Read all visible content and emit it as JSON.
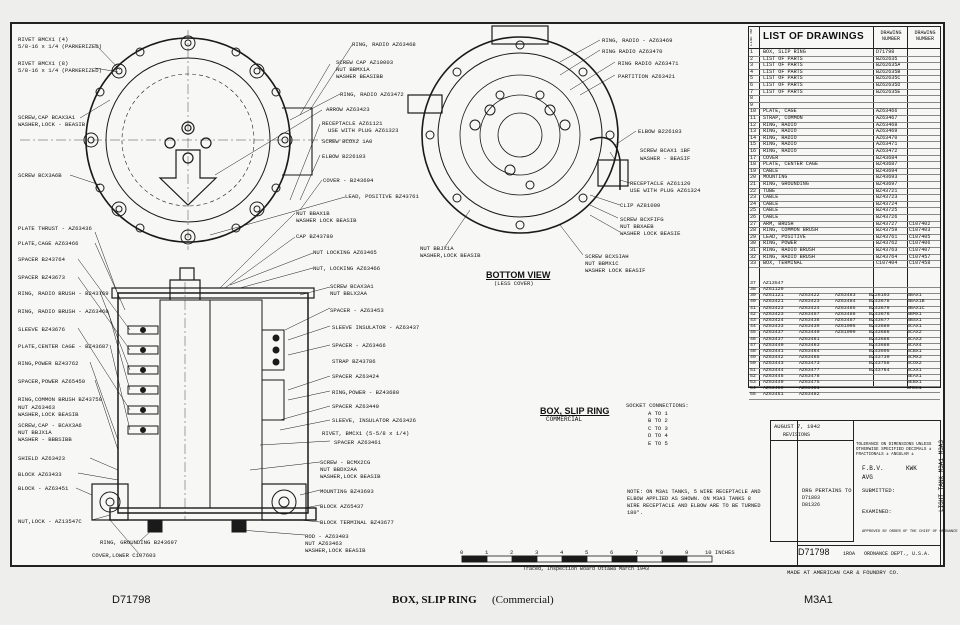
{
  "drawing": {
    "bottom_view_title": "BOTTOM VIEW",
    "bottom_view_sub": "(LESS COVER)",
    "assembly_title": "BOX, SLIP RING",
    "assembly_sub": "COMMERCIAL",
    "socket_title": "SOCKET CONNECTIONS:",
    "socket_rows": [
      "A TO 1",
      "B TO 2",
      "C TO 3",
      "D TO 4",
      "E TO 5"
    ],
    "note": "NOTE: ON M3A1 TANKS, 5 WIRE RECEPTACLE AND ELBOW APPLIED AS SHOWN. ON M3A3 TANKS 8 WIRE RECEPTACLE AND ELBOW ARE TO BE TURNED 180°.",
    "scale_numbers": [
      "0",
      "1",
      "2",
      "3",
      "4",
      "5",
      "6",
      "7",
      "8",
      "9",
      "10 INCHES"
    ],
    "traced": "Traced, Inspection Board  Ottawa  March 1943",
    "made_at": "MADE AT AMERICAN CAR & FOUNDRY CO.",
    "rotated_title": "LIGHT TANK M3A1 M3A3",
    "left_labels": [
      "RIVET BMCX1 (4)",
      "5/8-16 x 1/4 (PARKERIZED)",
      "RIVET BMCX1 (8)",
      "5/8-16 x 1/4 (PARKERIZED)",
      "SCREW,CAP  BCAX3A1",
      "WASHER,LOCK - BEASIB",
      "SCREW  BCX3A6B",
      "PLATE THRUST - AZ63436",
      "PLATE,CAGE  AZ63466",
      "SPACER  B243764",
      "SPACER  BZ43673",
      "RING, RADIO BRUSH - B243769",
      "RING, RADIO BRUSH - AZ63468",
      "SLEEVE  BZ43676",
      "PLATE,CENTER CAGE - BZ43687",
      "RING,POWER  BZ43762",
      "SPACER,POWER  AZ65450",
      "RING,COMMON BRUSH  BZ43759",
      "NUT  AZ63463",
      "WASHER,LOCK  BEASIB",
      "SCREW,CAP - BCAX3A6",
      "NUT  BBJX1A",
      "WASHER - BBBSIBB",
      "SHIELD  AZ63423",
      "BLOCK  AZ63433",
      "BLOCK - AZ63451",
      "NUT,LOCK - AZ13547C",
      "RING, GROUNDING  B243697",
      "COVER,LOWER  C107603"
    ],
    "center_labels": [
      "RING, RADIO  AZ63468",
      "SCREW CAP  AZ10003",
      "NUT  BBMX1A",
      "WASHER  BEASIBB",
      "RING, RADIO  AZ63472",
      "ARROW  AZ63423",
      "RECEPTACLE  AZ61121",
      "USE WITH PLUG  AZ61323",
      "SCREW  BCOX2 1A0",
      "ELBOW  B226103",
      "COVER - B243694",
      "LEAD, POSITIVE  BZ43761",
      "NUT  BBAX1B",
      "WASHER LOCK  BEASIB",
      "CAP  BZ43780",
      "NUT LOCKING  AZ63465",
      "NUT, LOCKING  AZ63466",
      "SCREW  BCAX3A1",
      "NUT  BBLX2AA",
      "SPACER - AZ63453",
      "SLEEVE INSULATOR - AZ63437",
      "SPACER - AZ63466",
      "STRAP  BZ43786",
      "SPACER  AZ63424",
      "RING,POWER - BZ43680",
      "SPACER  AZ63440",
      "SLEEVE, INSULATOR  AZ63426",
      "RIVET, BMCX1 (5-5/8 x 1/4)",
      "SPACER  AZ63461",
      "SCREW - BCMX2CG",
      "NUT  BBDX2AA",
      "WASHER,LOCK  BEASIB",
      "MOUNTING  BZ43693",
      "BLOCK  AZ65437",
      "BLOCK TERMINAL  BZ43677",
      "ROD - AZ63403",
      "NUT  AZ63463",
      "WASHER,LOCK  BEASIB"
    ],
    "bottom_labels": [
      "RING, RADIO - AZ63469",
      "RING  RADIO  AZ63470",
      "RING  RADIO  AZ63471",
      "PARTITION  AZ63421",
      "ELBOW  B226103",
      "SCREW  BCAX1 1BF",
      "WASHER - BEASIF",
      "RECEPTACLE  AZ61120",
      "USE WITH PLUG  AZ61324",
      "CLIP  AZ81009",
      "SCREW  BCXFIFG",
      "NUT  BBXAEB",
      "WASHER  LOCK  BEASIE",
      "SCREW  BCXSIAH",
      "NUT  BBMX1C",
      "WASHER LOCK  BEASIF",
      "NUT  BBJX1A",
      "WASHER,LOCK  BEASIB"
    ]
  },
  "list_of_drawings": {
    "title": "LIST OF DRAWINGS",
    "col_line": "LINE NO",
    "col_drawing": "DRAWING NUMBER",
    "col_drawing2": "DRAWING NUMBER",
    "rows": [
      {
        "n": "1",
        "desc": "BOX, SLIP RING",
        "num": "D71798",
        "num2": ""
      },
      {
        "n": "2",
        "desc": "LIST OF PARTS",
        "num": "BZ62635",
        "num2": ""
      },
      {
        "n": "3",
        "desc": "LIST OF PARTS",
        "num": "BZ62635A",
        "num2": ""
      },
      {
        "n": "4",
        "desc": "LIST OF PARTS",
        "num": "BZ62635B",
        "num2": ""
      },
      {
        "n": "5",
        "desc": "LIST OF PARTS",
        "num": "BZ62635C",
        "num2": ""
      },
      {
        "n": "6",
        "desc": "LIST OF PARTS",
        "num": "BZ62635D",
        "num2": ""
      },
      {
        "n": "7",
        "desc": "LIST OF PARTS",
        "num": "BZ62635E",
        "num2": ""
      },
      {
        "n": "8",
        "desc": "",
        "num": "",
        "num2": ""
      },
      {
        "n": "9",
        "desc": "",
        "num": "",
        "num2": ""
      },
      {
        "n": "10",
        "desc": "PLATE, CAGE",
        "num": "AZ63466",
        "num2": ""
      },
      {
        "n": "11",
        "desc": "STRAP, COMMON",
        "num": "AZ63467",
        "num2": ""
      },
      {
        "n": "12",
        "desc": "RING, RADIO",
        "num": "AZ63468",
        "num2": ""
      },
      {
        "n": "13",
        "desc": "RING, RADIO",
        "num": "AZ63469",
        "num2": ""
      },
      {
        "n": "14",
        "desc": "RING, RADIO",
        "num": "AZ63470",
        "num2": ""
      },
      {
        "n": "15",
        "desc": "RING, RADIO",
        "num": "AZ63471",
        "num2": ""
      },
      {
        "n": "16",
        "desc": "RING, RADIO",
        "num": "AZ63472",
        "num2": ""
      },
      {
        "n": "17",
        "desc": "COVER",
        "num": "BZ43684",
        "num2": ""
      },
      {
        "n": "18",
        "desc": "PLATE, CENTER CAGE",
        "num": "BZ43687",
        "num2": ""
      },
      {
        "n": "19",
        "desc": "CABLE",
        "num": "BZ43694",
        "num2": ""
      },
      {
        "n": "20",
        "desc": "MOUNTING",
        "num": "BZ43693",
        "num2": ""
      },
      {
        "n": "21",
        "desc": "RING, GROUNDING",
        "num": "BZ43697",
        "num2": ""
      },
      {
        "n": "22",
        "desc": "TUBE",
        "num": "BZ43721",
        "num2": ""
      },
      {
        "n": "23",
        "desc": "CABLE",
        "num": "BZ43723",
        "num2": ""
      },
      {
        "n": "24",
        "desc": "CABLE",
        "num": "BZ43724",
        "num2": ""
      },
      {
        "n": "25",
        "desc": "CABLE",
        "num": "BZ43725",
        "num2": ""
      },
      {
        "n": "26",
        "desc": "CABLE",
        "num": "BZ43726",
        "num2": ""
      },
      {
        "n": "27",
        "desc": "ARM, BRUSH",
        "num": "BZ43727",
        "num2": "C107402"
      },
      {
        "n": "28",
        "desc": "RING, COMMON BRUSH",
        "num": "BZ43759",
        "num2": "C107403"
      },
      {
        "n": "29",
        "desc": "LEAD, POSITIVE",
        "num": "BZ43761",
        "num2": "C107405"
      },
      {
        "n": "30",
        "desc": "RING, POWER",
        "num": "BZ43762",
        "num2": "C107406"
      },
      {
        "n": "31",
        "desc": "RING, RADIO BRUSH",
        "num": "BZ43763",
        "num2": "C107407"
      },
      {
        "n": "32",
        "desc": "RING, RADIO BRUSH",
        "num": "BZ43764",
        "num2": "C107457"
      },
      {
        "n": "33",
        "desc": "BOX, TERMINAL",
        "num": "C107404",
        "num2": "C107458"
      }
    ],
    "part_rows": [
      {
        "n": "37",
        "c": [
          "AZ13547",
          "",
          "",
          "",
          "",
          ""
        ]
      },
      {
        "n": "38",
        "c": [
          "AZ61120",
          "",
          "",
          "",
          "",
          ""
        ]
      },
      {
        "n": "39",
        "c": [
          "AZ61121",
          "AZ63422",
          "AZ63483",
          "BZ26103",
          "BBAX1",
          ""
        ]
      },
      {
        "n": "40",
        "c": [
          "AZ63421",
          "AZ63423",
          "AZ63484",
          "BZ43678",
          "BBAX1B",
          ""
        ]
      },
      {
        "n": "41",
        "c": [
          "AZ63423",
          "AZ63424",
          "AZ63485",
          "BZ43679",
          "BBAX1C",
          ""
        ]
      },
      {
        "n": "42",
        "c": [
          "AZ63423",
          "AZ63457",
          "AZ63486",
          "BZ43676",
          "BBMX1",
          ""
        ]
      },
      {
        "n": "43",
        "c": [
          "AZ63424",
          "AZ63438",
          "AZ63487",
          "BZ43677",
          "BBSX1",
          ""
        ]
      },
      {
        "n": "44",
        "c": [
          "AZ63433",
          "AZ63439",
          "AZ61005",
          "BZ43680",
          "BCAX1",
          ""
        ]
      },
      {
        "n": "45",
        "c": [
          "AZ63437",
          "AZ63440",
          "AZ81009",
          "BZ43686",
          "BCAX2",
          ""
        ]
      },
      {
        "n": "46",
        "c": [
          "AZ63437",
          "AZ63461",
          "",
          "BZ43686",
          "BCAX3",
          ""
        ]
      },
      {
        "n": "47",
        "c": [
          "AZ63440",
          "AZ63463",
          "",
          "BZ43688",
          "BCAX4",
          ""
        ]
      },
      {
        "n": "48",
        "c": [
          "AZ63441",
          "AZ63464",
          "",
          "BZ43695",
          "BCBX1",
          ""
        ]
      },
      {
        "n": "49",
        "c": [
          "AZ63442",
          "AZ63465",
          "",
          "BZ43730",
          "BCMX3",
          ""
        ]
      },
      {
        "n": "50",
        "c": [
          "AZ63443",
          "AZ63473",
          "",
          "BZ43758",
          "BCOX2",
          ""
        ]
      },
      {
        "n": "51",
        "c": [
          "AZ63444",
          "AZ63477",
          "",
          "BZ43764",
          "BCXX1",
          ""
        ]
      },
      {
        "n": "52",
        "c": [
          "AZ63445",
          "AZ63478",
          "",
          "",
          "BEAX1",
          ""
        ]
      },
      {
        "n": "53",
        "c": [
          "AZ63449",
          "AZ63475",
          "",
          "",
          "BEBX1",
          ""
        ]
      },
      {
        "n": "54",
        "c": [
          "AZ63450",
          "AZ63481",
          "",
          "",
          "BMCX1",
          ""
        ]
      },
      {
        "n": "55",
        "c": [
          "AZ63451",
          "AZ63482",
          "",
          "",
          "",
          ""
        ]
      }
    ]
  },
  "title_block": {
    "date": "AUGUST 7, 1942",
    "revisions": "REVISIONS",
    "tolerance": "TOLERANCE ON DIMENSIONS UNLESS OTHERWISE SPECIFIED DECIMALS ± FRACTIONALS ± ANGULAR ±",
    "drawn": "F.B.V.",
    "checked": "KWK",
    "traced_by": "AVG",
    "drg_pertains": "DRG PERTAINS TO",
    "pertains_rows": [
      "D71803",
      "D81326"
    ],
    "submitted": "SUBMITTED:",
    "examined": "EXAMINED:",
    "drawing_number": "D71798",
    "sheet": "1ROA",
    "dept": "ORDNANCE DEPT., U.S.A.",
    "approved": "APPROVED BY ORDER OF THE CHIEF OF ORDNANCE"
  },
  "footer": {
    "left": "D71798",
    "center_bold": "BOX, SLIP RING",
    "center_normal": "(Commercial)",
    "right": "M3A1"
  }
}
